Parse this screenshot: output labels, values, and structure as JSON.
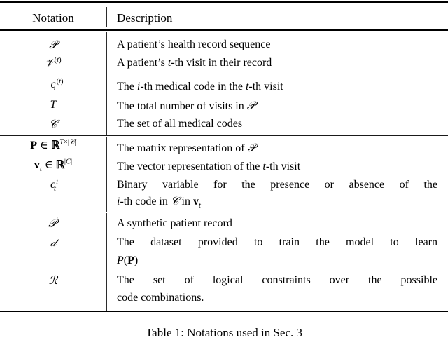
{
  "table": {
    "headers": {
      "notation": "Notation",
      "description": "Description"
    },
    "blocks": [
      {
        "rows": [
          {
            "notation_plain": "P",
            "description": "A patient’s health record sequence"
          },
          {
            "notation_plain": "V^(t)",
            "description": "A patient’s t-th visit in their record"
          },
          {
            "notation_plain": "c_i^(t)",
            "description": "The i-th medical code in the t-th visit"
          },
          {
            "notation_plain": "T",
            "description": "The total number of visits in P"
          },
          {
            "notation_plain": "C",
            "description": "The set of all medical codes"
          }
        ]
      },
      {
        "rows": [
          {
            "notation_plain": "P ∈ R^{T×|C|}",
            "description": "The matrix representation of P"
          },
          {
            "notation_plain": "v_t ∈ R^{|C|}",
            "description": "The vector representation of the t-th visit"
          },
          {
            "notation_plain": "c_t^i",
            "description": "Binary variable for the presence or absence of the i-th code in C in v_t"
          }
        ]
      },
      {
        "rows": [
          {
            "notation_plain": "P′",
            "description": "A synthetic patient record"
          },
          {
            "notation_plain": "D",
            "description": "The dataset provided to train the model to learn P(P)"
          },
          {
            "notation_plain": "R",
            "description": "The set of logical constraints over the possible code combinations."
          }
        ]
      }
    ],
    "lines": {
      "l1_1": "A patient’s health record sequence",
      "l1_2a": "A patient’s ",
      "l1_2b": "-th visit in their record",
      "l1_3a": "The ",
      "l1_3b": "-th medical code in the ",
      "l1_3c": "-th visit",
      "l1_4": "The total number of visits in ",
      "l1_5": "The set of all medical codes",
      "l2_1": "The matrix representation of ",
      "l2_2a": "The vector representation of the ",
      "l2_2b": "-th visit",
      "l2_3a": "Binary variable for the presence or absence of the",
      "l2_3b_pre": "-th code in ",
      "l2_3b_mid": " in ",
      "l3_1": "A synthetic patient record",
      "l3_2a": "The dataset provided to train the model to learn",
      "l3_3a": "The set of logical constraints over the possible",
      "l3_3b": "code combinations."
    }
  },
  "caption": {
    "text": "Table 1: Notations used in Sec. 3"
  },
  "symbols": {
    "P_cal": "𝒫",
    "V_cal": "𝒱",
    "C_cal": "𝒞",
    "D_cal": "𝒹",
    "R_cal": "ℛ",
    "T": "T",
    "c": "c",
    "t": "t",
    "i": "i",
    "v": "v",
    "in": "∈",
    "times": "×",
    "bar": "|",
    "prime": "′",
    "Rbb": "ℝ",
    "Pbold": "P",
    "Pfn": "P"
  },
  "colors": {
    "rule": "#000000",
    "divider": "#2b2b2b",
    "text": "#000000",
    "background": "#ffffff"
  }
}
